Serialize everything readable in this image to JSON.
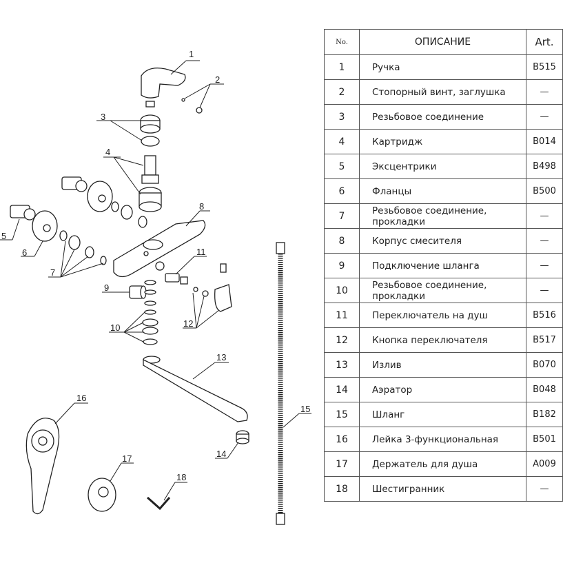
{
  "table": {
    "headers": {
      "no": "No.",
      "description": "ОПИСАНИЕ",
      "art": "Art."
    },
    "rows": [
      {
        "no": "1",
        "description": "Ручка",
        "art": "B515"
      },
      {
        "no": "2",
        "description": "Стопорный винт, заглушка",
        "art": "—"
      },
      {
        "no": "3",
        "description": "Резьбовое соединение",
        "art": "—"
      },
      {
        "no": "4",
        "description": "Картридж",
        "art": "B014"
      },
      {
        "no": "5",
        "description": "Эксцентрики",
        "art": "B498"
      },
      {
        "no": "6",
        "description": "Фланцы",
        "art": "B500"
      },
      {
        "no": "7",
        "description": "Резьбовое соединение, прокладки",
        "art": "—"
      },
      {
        "no": "8",
        "description": "Корпус смесителя",
        "art": "—"
      },
      {
        "no": "9",
        "description": "Подключение шланга",
        "art": "—"
      },
      {
        "no": "10",
        "description": "Резьбовое соединение, прокладки",
        "art": "—"
      },
      {
        "no": "11",
        "description": "Переключатель на душ",
        "art": "B516"
      },
      {
        "no": "12",
        "description": "Кнопка переключателя",
        "art": "B517"
      },
      {
        "no": "13",
        "description": "Излив",
        "art": "B070"
      },
      {
        "no": "14",
        "description": "Аэратор",
        "art": "B048"
      },
      {
        "no": "15",
        "description": "Шланг",
        "art": "B182"
      },
      {
        "no": "16",
        "description": "Лейка 3-функциональная",
        "art": "B501"
      },
      {
        "no": "17",
        "description": "Держатель для душа",
        "art": "A009"
      },
      {
        "no": "18",
        "description": "Шестигранник",
        "art": "—"
      }
    ]
  },
  "callouts": [
    "1",
    "2",
    "3",
    "4",
    "5",
    "6",
    "7",
    "8",
    "9",
    "10",
    "11",
    "12",
    "13",
    "14",
    "15",
    "16",
    "17",
    "18"
  ]
}
